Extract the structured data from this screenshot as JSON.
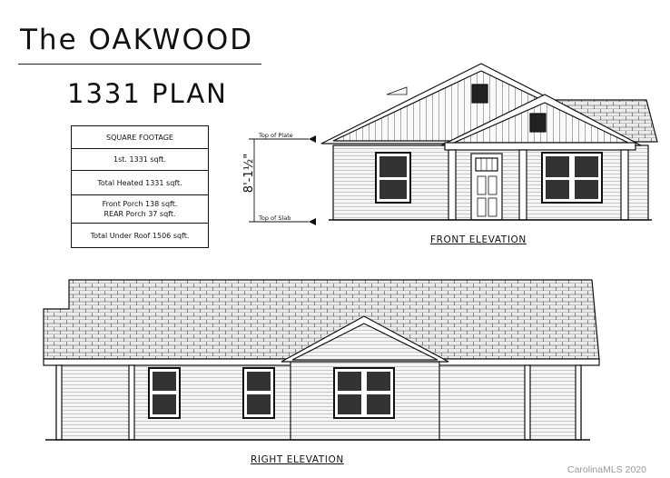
{
  "title": "The OAKWOOD",
  "plan_name": "1331 PLAN",
  "sqft_table": {
    "header": "SQUARE FOOTAGE",
    "first_floor": "1st. 1331 sqft.",
    "total_heated": "Total Heated 1331 sqft.",
    "front_porch": "Front Porch 138 sqft.",
    "rear_porch": "REAR Porch 37 sqft.",
    "total_under_roof": "Total Under Roof 1506 sqft."
  },
  "dimension": {
    "top_of_plate": "Top of Plate",
    "top_of_slab": "Top of Slab",
    "wall_height": "8'-1½\""
  },
  "front_elevation_label": "FRONT ELEVATION",
  "right_elevation_label": "RIGHT ELEVATION",
  "watermark": "CarolinaMLS 2020",
  "colors": {
    "ink": "#111111",
    "shingle": "#e9e9e9",
    "siding": "#f3f3f3",
    "watermark": "#9a9a9a"
  }
}
